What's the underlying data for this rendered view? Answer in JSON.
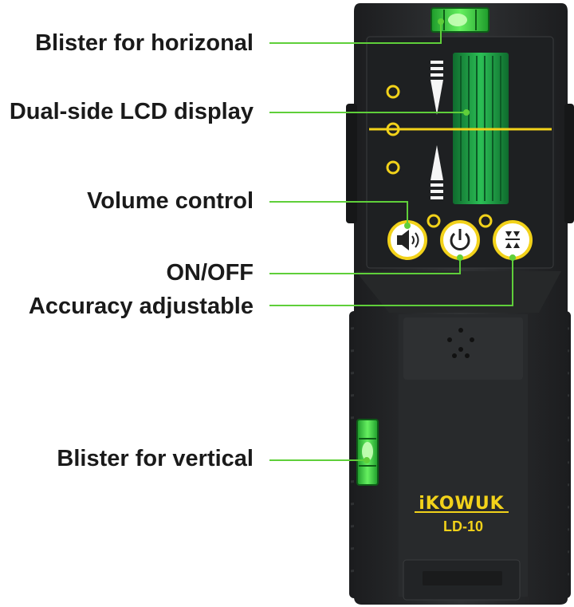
{
  "callouts": {
    "horizontal_blister": "Blister for horizonal",
    "lcd_display": "Dual-side LCD display",
    "volume_control": "Volume control",
    "on_off": "ON/OFF",
    "accuracy": "Accuracy adjustable",
    "vertical_blister": "Blister for vertical"
  },
  "device": {
    "brand": "iKOWUK",
    "model": "LD-10",
    "icons": {
      "volume": "speaker-icon",
      "power": "power-icon",
      "accuracy": "accuracy-icon"
    }
  },
  "colors": {
    "leader_line": "#5fcf3a",
    "body": "#2b2d2f",
    "panel": "#1f2123",
    "lcd_green": "#1fa84a",
    "accent_yellow": "#f2d21a",
    "bubble_green": "#3ee04a"
  }
}
